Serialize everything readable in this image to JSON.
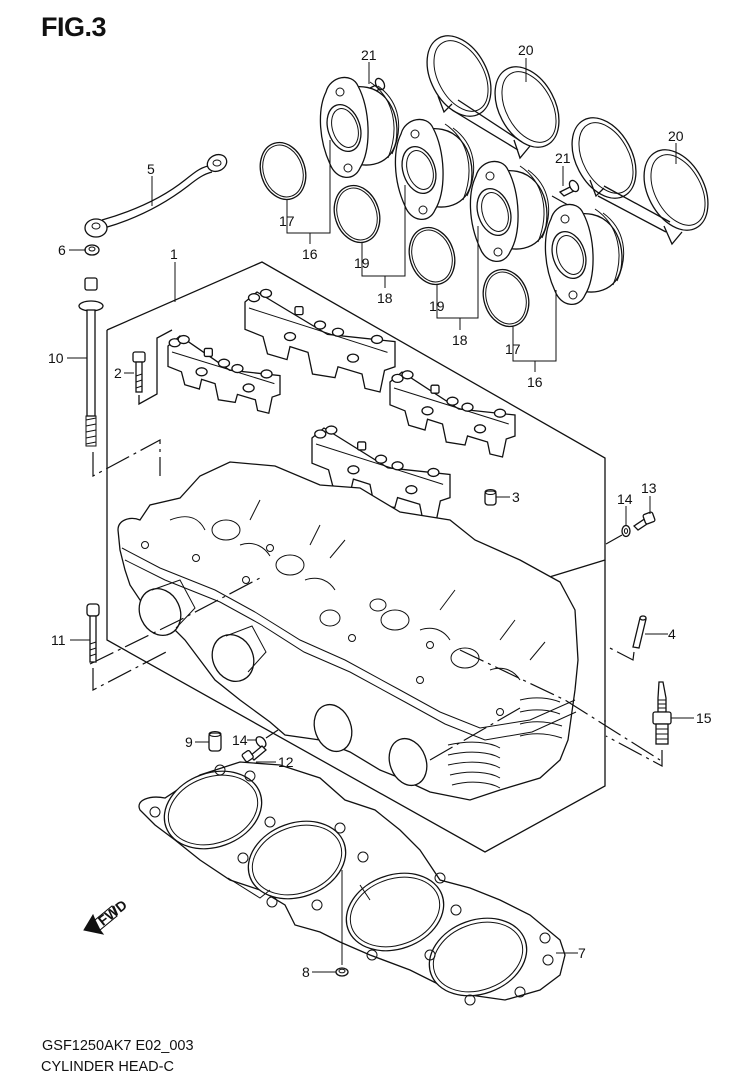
{
  "figure": {
    "title": "FIG.3",
    "model_code": "GSF1250AK7 E02_003",
    "name": "CYLINDER HEAD-C",
    "direction_marker": "FWD"
  },
  "callouts": [
    {
      "ref": "1",
      "part": "cylinder-head-assy"
    },
    {
      "ref": "2",
      "part": "cam-cap-bolt"
    },
    {
      "ref": "3",
      "part": "dowel-pin"
    },
    {
      "ref": "4",
      "part": "pin"
    },
    {
      "ref": "5",
      "part": "oil-hose"
    },
    {
      "ref": "6",
      "part": "gasket-washer"
    },
    {
      "ref": "7",
      "part": "cylinder-head-gasket"
    },
    {
      "ref": "8",
      "part": "o-ring"
    },
    {
      "ref": "9",
      "part": "dowel-pin"
    },
    {
      "ref": "10",
      "part": "cylinder-head-bolt-long"
    },
    {
      "ref": "11",
      "part": "cylinder-head-bolt"
    },
    {
      "ref": "12",
      "part": "bolt"
    },
    {
      "ref": "13",
      "part": "bolt"
    },
    {
      "ref": "14",
      "part": "gasket-washer"
    },
    {
      "ref": "15",
      "part": "spark-plug"
    },
    {
      "ref": "16",
      "part": "intake-pipe"
    },
    {
      "ref": "17",
      "part": "o-ring"
    },
    {
      "ref": "18",
      "part": "intake-pipe"
    },
    {
      "ref": "19",
      "part": "o-ring"
    },
    {
      "ref": "20",
      "part": "intake-pipe-clamp"
    },
    {
      "ref": "21",
      "part": "screw"
    }
  ],
  "labels": {
    "l1": "1",
    "l2": "2",
    "l3": "3",
    "l4": "4",
    "l5": "5",
    "l6": "6",
    "l7": "7",
    "l8": "8",
    "l9": "9",
    "l10": "10",
    "l11": "11",
    "l12": "12",
    "l13": "13",
    "l14a": "14",
    "l14b": "14",
    "l15": "15",
    "l16a": "16",
    "l16b": "16",
    "l17a": "17",
    "l17b": "17",
    "l18a": "18",
    "l18b": "18",
    "l19a": "19",
    "l19b": "19",
    "l20a": "20",
    "l20b": "20",
    "l21a": "21",
    "l21b": "21"
  }
}
